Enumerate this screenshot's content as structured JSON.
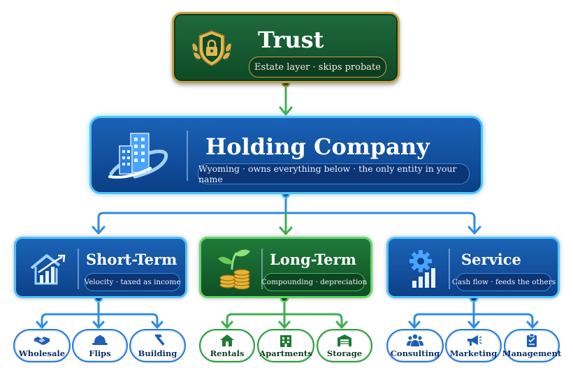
{
  "trust": {
    "title": "Trust",
    "subtitle": "Estate layer · skips probate",
    "icon": "shield-lock-icon"
  },
  "holding": {
    "title": "Holding Company",
    "subtitle": "Wyoming · owns everything below · the only entity in your name",
    "icon": "building-icon"
  },
  "categories": [
    {
      "title": "Short-Term",
      "subtitle": "Velocity · taxed as income",
      "icon": "house-chart-icon",
      "color": "#1b63b6",
      "children": [
        {
          "label": "Wholesale",
          "icon": "handshake-icon"
        },
        {
          "label": "Flips",
          "icon": "hard-hat-icon"
        },
        {
          "label": "Building",
          "icon": "hammer-icon"
        }
      ]
    },
    {
      "title": "Long-Term",
      "subtitle": "Compounding · depreciation",
      "icon": "plant-coins-icon",
      "color": "#1f7a3a",
      "children": [
        {
          "label": "Rentals",
          "icon": "house-icon"
        },
        {
          "label": "Apartments",
          "icon": "apartment-icon"
        },
        {
          "label": "Storage",
          "icon": "garage-icon"
        }
      ]
    },
    {
      "title": "Service",
      "subtitle": "Cash flow · feeds the others",
      "icon": "gear-chart-icon",
      "color": "#1b63b6",
      "children": [
        {
          "label": "Consulting",
          "icon": "people-icon"
        },
        {
          "label": "Marketing",
          "icon": "megaphone-icon"
        },
        {
          "label": "Management",
          "icon": "clipboard-icon"
        }
      ]
    }
  ]
}
